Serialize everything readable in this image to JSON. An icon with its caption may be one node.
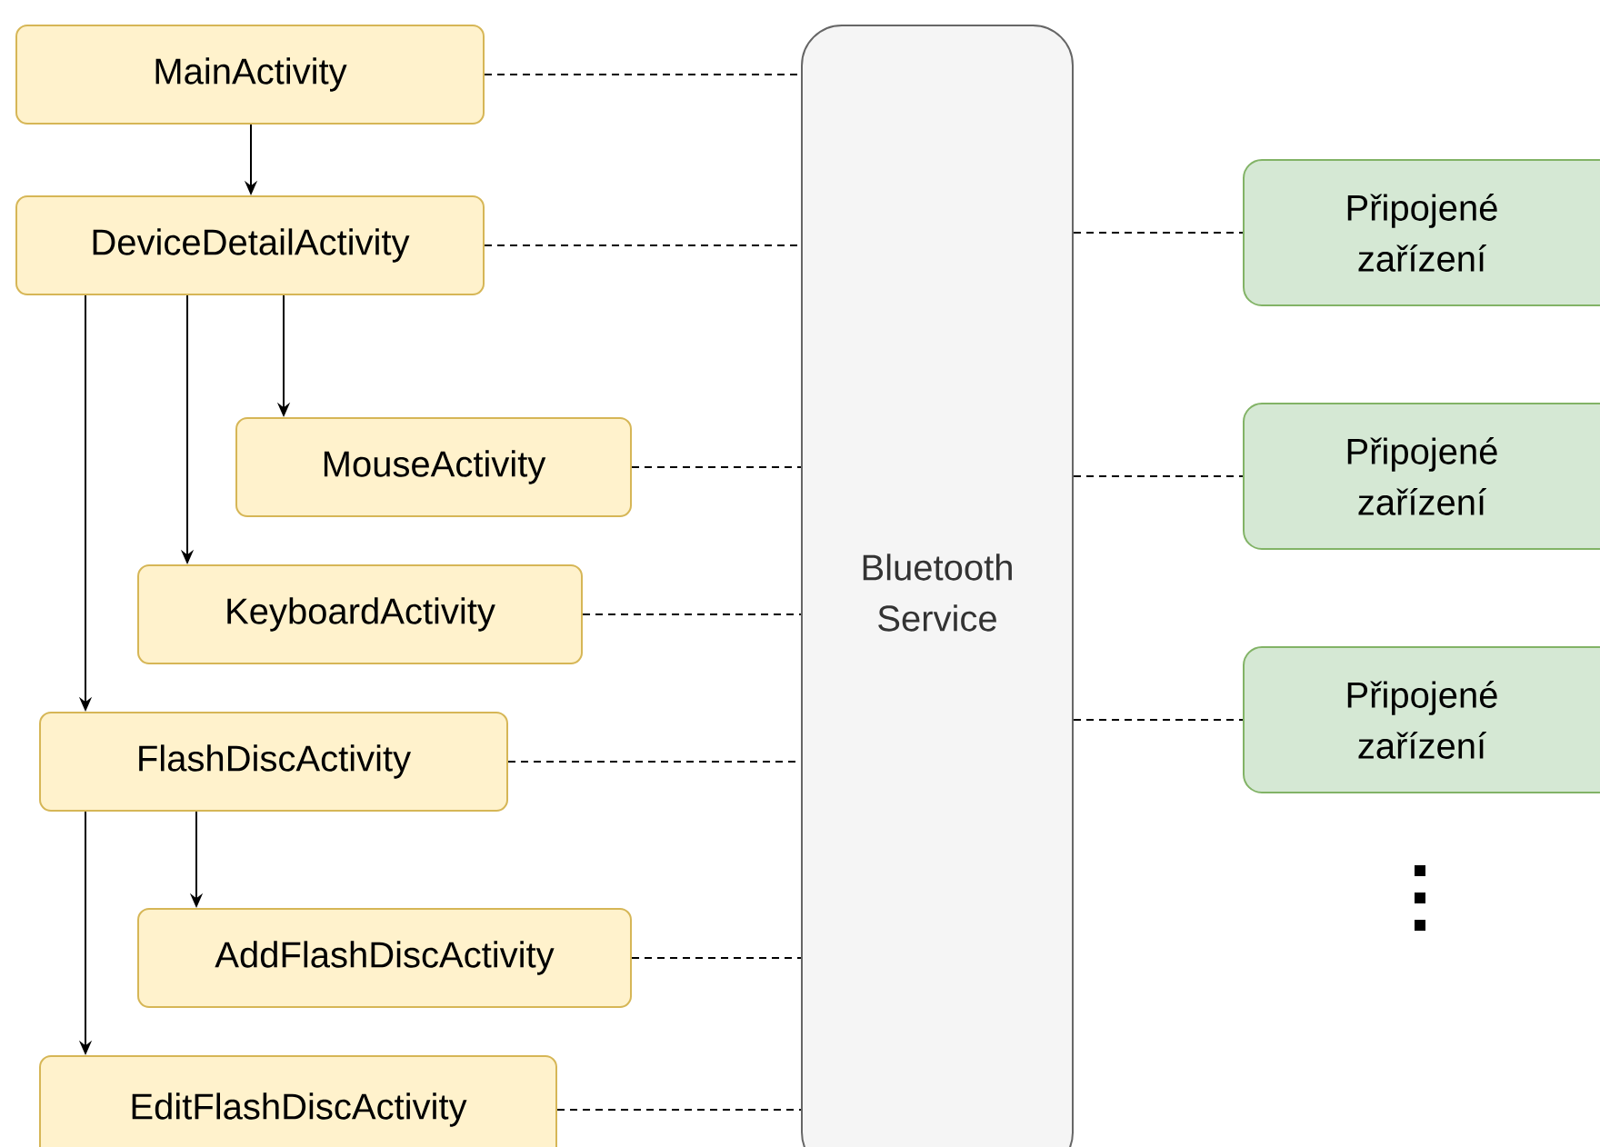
{
  "diagram": {
    "nodes": [
      {
        "text": [
          "MainActivity"
        ]
      },
      {
        "text": [
          "DeviceDetailActivity"
        ]
      },
      {
        "text": [
          "MouseActivity"
        ]
      },
      {
        "text": [
          "KeyboardActivity"
        ]
      },
      {
        "text": [
          "FlashDiscActivity"
        ]
      },
      {
        "text": [
          "AddFlashDiscActivity"
        ]
      },
      {
        "text": [
          "EditFlashDiscActivity"
        ]
      },
      {
        "text": [
          "Bluetooth Service"
        ]
      },
      {
        "text": [
          "Připojené zařízení"
        ]
      },
      {
        "text": [
          "Připojené zařízení"
        ]
      },
      {
        "text": [
          "Připojené zařízení"
        ]
      }
    ],
    "edges": [
      {
        "from": 0,
        "to": 1,
        "arrow": "to"
      },
      {
        "from": 1,
        "to": 2,
        "arrow": "to"
      },
      {
        "from": 1,
        "to": 3,
        "arrow": "to"
      },
      {
        "from": 1,
        "to": 4,
        "arrow": "to"
      },
      {
        "from": 4,
        "to": 5,
        "arrow": "to"
      },
      {
        "from": 4,
        "to": 6,
        "arrow": "to"
      },
      {
        "from": 0,
        "to": 7,
        "arrow": "none",
        "style": "dashed"
      },
      {
        "from": 1,
        "to": 7,
        "arrow": "none",
        "style": "dashed"
      },
      {
        "from": 2,
        "to": 7,
        "arrow": "none",
        "style": "dashed"
      },
      {
        "from": 3,
        "to": 7,
        "arrow": "none",
        "style": "dashed"
      },
      {
        "from": 4,
        "to": 7,
        "arrow": "none",
        "style": "dashed"
      },
      {
        "from": 5,
        "to": 7,
        "arrow": "none",
        "style": "dashed"
      },
      {
        "from": 6,
        "to": 7,
        "arrow": "none",
        "style": "dashed"
      },
      {
        "from": 7,
        "to": 8,
        "arrow": "none",
        "style": "dashed"
      },
      {
        "from": 7,
        "to": 9,
        "arrow": "none",
        "style": "dashed"
      },
      {
        "from": 7,
        "to": 10,
        "arrow": "none",
        "style": "dashed"
      }
    ]
  }
}
